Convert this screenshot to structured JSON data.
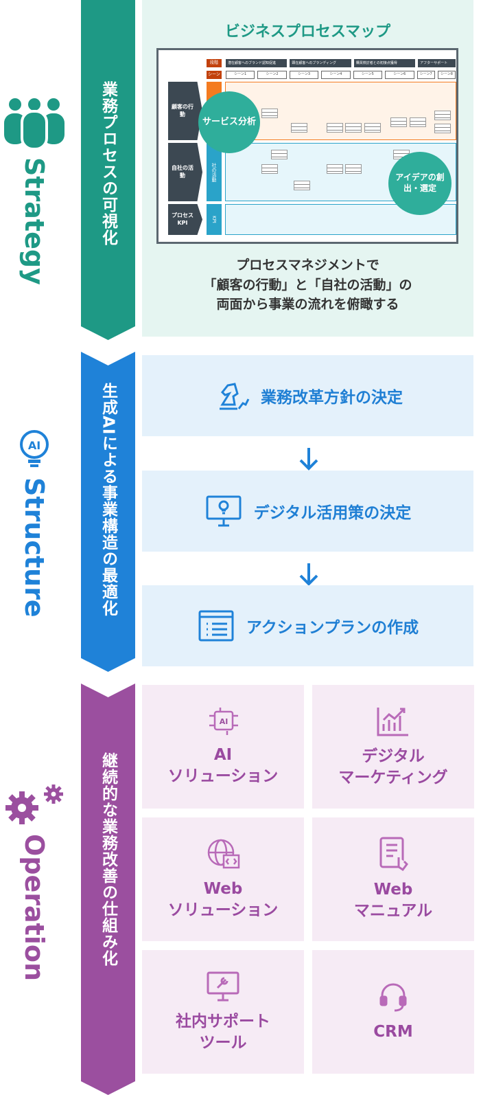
{
  "strategy": {
    "side_label": "Strategy",
    "band": "業務プロセスの可視化",
    "panel_title": "ビジネスプロセスマップ",
    "map": {
      "stage_label": "段階",
      "scene_label": "シーン",
      "stages": [
        "潜在顧客へのブランド認知促進",
        "顕在顧客へのブランディング",
        "購買検討者との初接点獲得",
        "アフターサポート"
      ],
      "scenes": [
        "シーン1",
        "シーン2",
        "シーン3",
        "シーン4",
        "シーン5",
        "シーン6",
        "シーン7",
        "シーン8"
      ],
      "rows": [
        "顧客の行動",
        "自社の活動",
        "プロセスKPI"
      ],
      "row_tags": [
        "社の活動",
        "KPI"
      ],
      "bubble1": "サービス分析",
      "bubble2": "アイデアの創出・選定"
    },
    "desc": [
      "プロセスマネジメントで",
      "「顧客の行動」と「自社の活動」の",
      "両面から事業の流れを俯瞰する"
    ]
  },
  "structure": {
    "side_label": "Structure",
    "icon_text": "AI",
    "band": "生成AIによる事業構造の最適化",
    "steps": [
      "業務改革方針の決定",
      "デジタル活用策の決定",
      "アクションプランの作成"
    ]
  },
  "operation": {
    "side_label": "Operation",
    "band": "継続的な業務改善の仕組み化",
    "cards": [
      [
        "AI",
        "ソリューション"
      ],
      [
        "デジタル",
        "マーケティング"
      ],
      [
        "Web",
        "ソリューション"
      ],
      [
        "Web",
        "マニュアル"
      ],
      [
        "社内サポート",
        "ツール"
      ],
      [
        "CRM"
      ]
    ],
    "icon_ai_text": "AI"
  },
  "colors": {
    "green": "#1e9985",
    "blue": "#1f82d8",
    "purple": "#9b4f9f"
  }
}
